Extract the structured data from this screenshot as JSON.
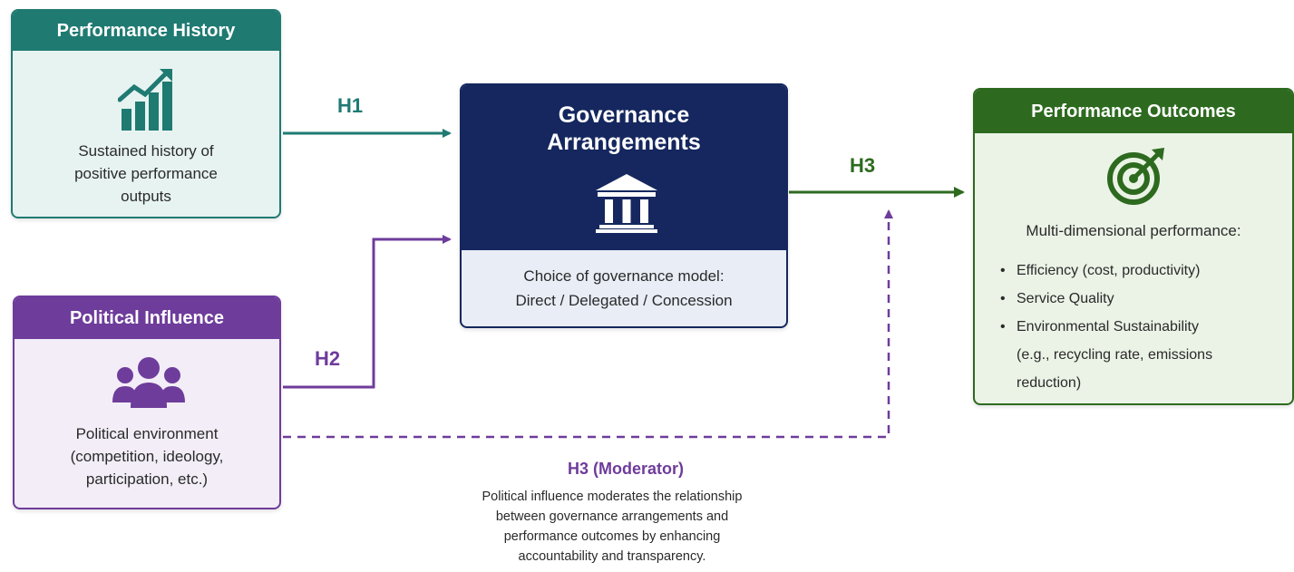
{
  "performance_history": {
    "title": "Performance History",
    "icon": "growth-chart-icon",
    "description": [
      "Sustained history of",
      "positive performance",
      "outputs"
    ]
  },
  "political_influence": {
    "title": "Political Influence",
    "icon": "people-group-icon",
    "description": [
      "Political environment",
      "(competition, ideology,",
      "participation, etc.)"
    ]
  },
  "governance": {
    "title": [
      "Governance",
      "Arrangements"
    ],
    "icon": "institution-building-icon",
    "description": [
      "Choice of governance model:",
      "Direct / Delegated / Concession"
    ]
  },
  "performance_outcomes": {
    "title": "Performance Outcomes",
    "icon": "target-arrow-icon",
    "lead": "Multi-dimensional performance:",
    "items": [
      "Efficiency (cost, productivity)",
      "Service Quality",
      "Environmental Sustainability",
      "(e.g., recycling rate, emissions",
      "reduction)"
    ]
  },
  "links": {
    "h1": "H1",
    "h2": "H2",
    "h3": "H3"
  },
  "moderator": {
    "title": "H3 (Moderator)",
    "text": [
      "Political influence moderates the relationship",
      "between governance arrangements and",
      "performance outcomes by enhancing",
      "accountability and transparency."
    ]
  },
  "colors": {
    "teal": "#1f7a72",
    "purple": "#6e3c9b",
    "navy": "#15275e",
    "green": "#2d6a1f"
  }
}
